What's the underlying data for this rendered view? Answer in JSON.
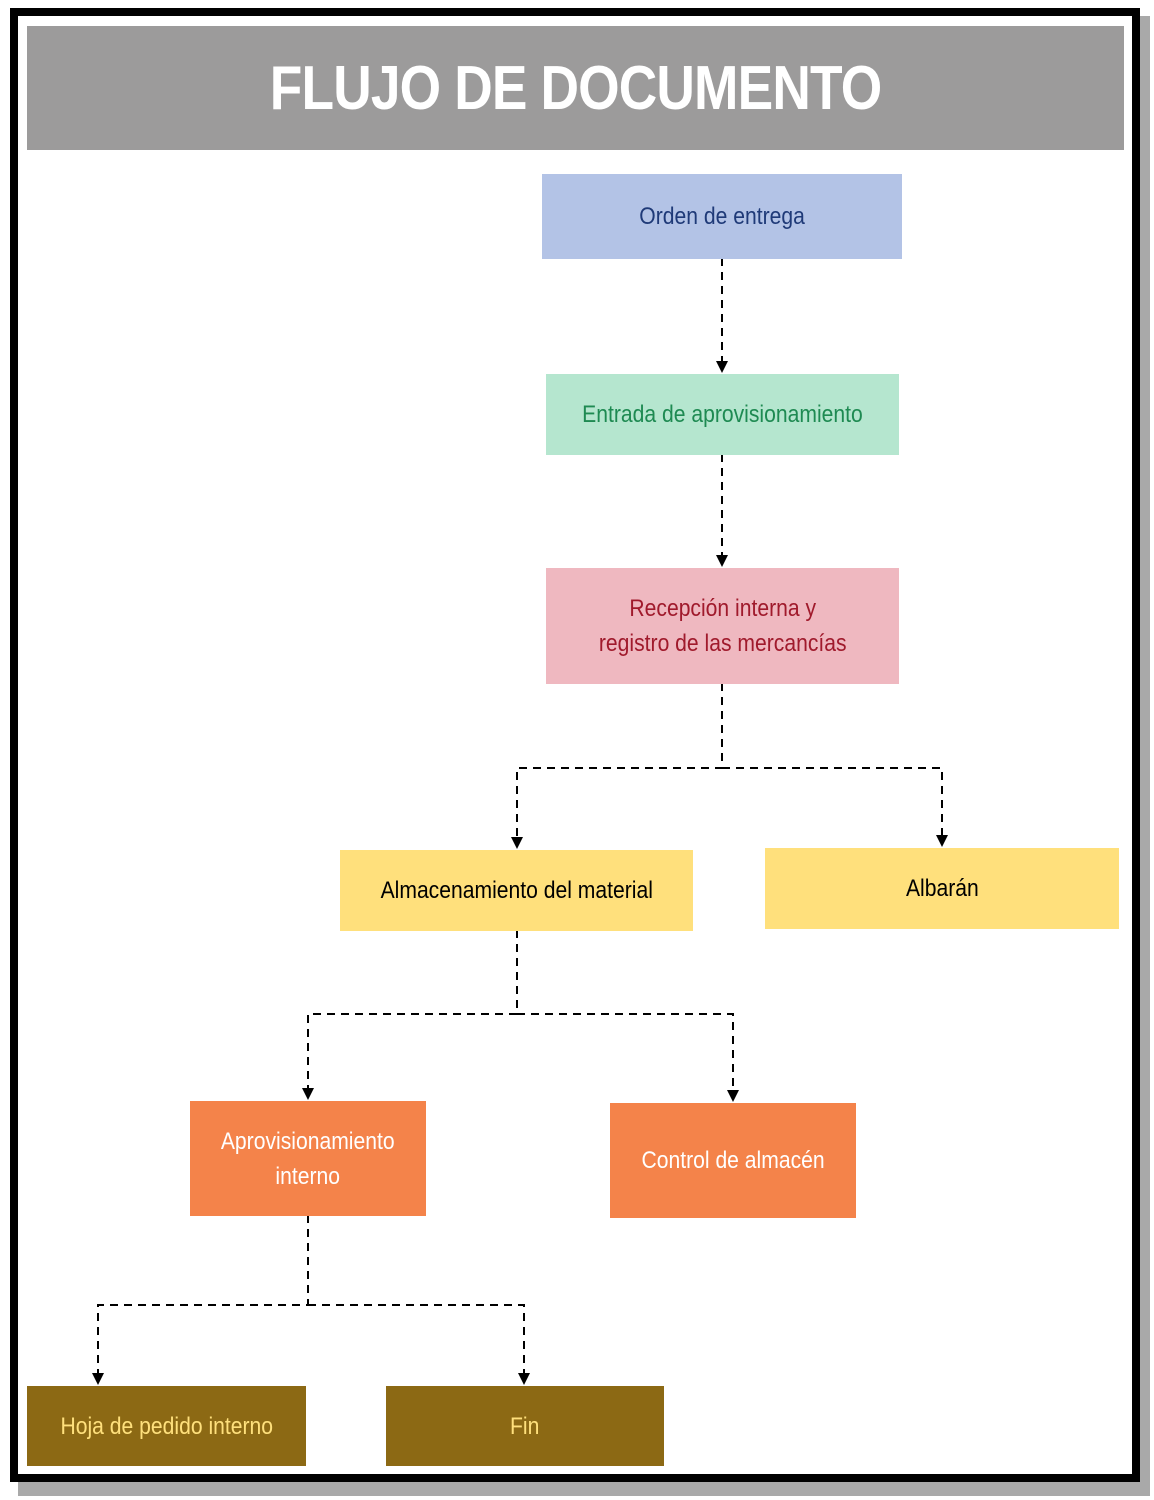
{
  "title": "FLUJO DE DOCUMENTO",
  "colors": {
    "header_bg": "#9c9b9b",
    "blue_fill": "#b3c3e6",
    "blue_text": "#1f3a78",
    "green_fill": "#b5e6cf",
    "green_text": "#1e8a52",
    "pink_fill": "#efb8c0",
    "pink_text": "#a01a2c",
    "yellow_fill": "#ffe07c",
    "yellow_text": "#000000",
    "orange_fill": "#f4834a",
    "orange_text": "#ffffff",
    "brown_fill": "#8c6914",
    "brown_text": "#ffe07c"
  },
  "nodes": {
    "orden": "Orden de entrega",
    "entrada": "Entrada de aprovisionamiento",
    "recepcion": "Recepción interna y\nregistro de las mercancías",
    "almacenamiento": "Almacenamiento del material",
    "albaran": "Albarán",
    "aprovisionamiento": "Aprovisionamiento\ninterno",
    "control": "Control de almacén",
    "hoja": "Hoja de pedido interno",
    "fin": "Fin"
  },
  "edges": [
    {
      "from": "Orden de entrega",
      "to": "Entrada de aprovisionamiento"
    },
    {
      "from": "Entrada de aprovisionamiento",
      "to": "Recepción interna y registro de las mercancías"
    },
    {
      "from": "Recepción interna y registro de las mercancías",
      "to": "Almacenamiento del material"
    },
    {
      "from": "Recepción interna y registro de las mercancías",
      "to": "Albarán"
    },
    {
      "from": "Almacenamiento del material",
      "to": "Aprovisionamiento interno"
    },
    {
      "from": "Almacenamiento del material",
      "to": "Control de almacén"
    },
    {
      "from": "Aprovisionamiento interno",
      "to": "Hoja de pedido interno"
    },
    {
      "from": "Aprovisionamiento interno",
      "to": "Fin"
    }
  ]
}
